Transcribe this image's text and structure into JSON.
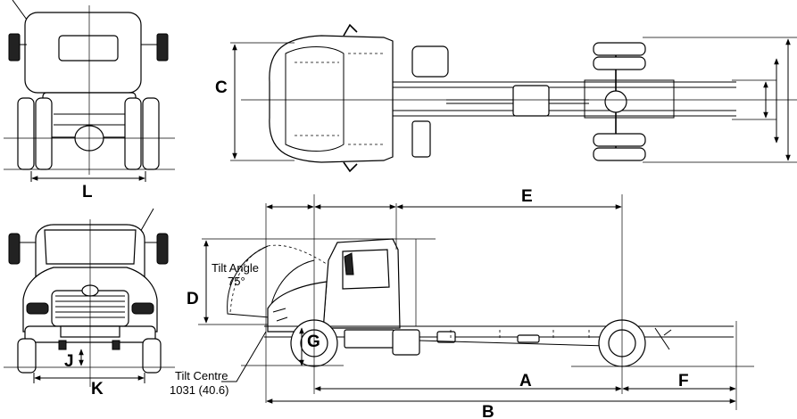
{
  "labels": {
    "A": "A",
    "B": "B",
    "C": "C",
    "D": "D",
    "E": "E",
    "F": "F",
    "G": "G",
    "J": "J",
    "K": "K",
    "L": "L"
  },
  "notes": {
    "tilt_angle_line1": "Tilt Angle",
    "tilt_angle_line2": "75°",
    "tilt_centre_line1": "Tilt Centre",
    "tilt_centre_line2": "1031 (40.6)"
  }
}
